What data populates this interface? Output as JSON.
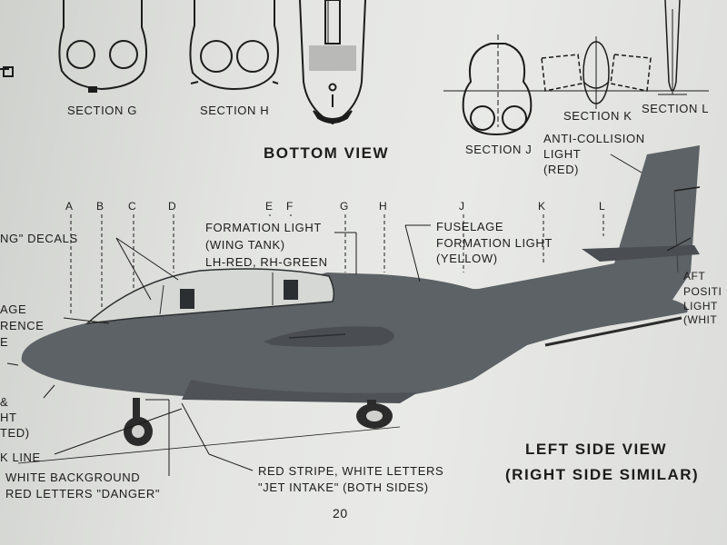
{
  "sections": {
    "g": "SECTION G",
    "h": "SECTION H",
    "j": "SECTION J",
    "k": "SECTION K",
    "l": "SECTION L"
  },
  "views": {
    "bottom": "BOTTOM VIEW",
    "left_side": "LEFT SIDE VIEW",
    "right_side_note": "(RIGHT SIDE SIMILAR)"
  },
  "station_letters": [
    "A",
    "B",
    "C",
    "D",
    "E",
    "F",
    "G",
    "H",
    "J",
    "K",
    "L"
  ],
  "callouts": {
    "anti_collision": [
      "ANTI-COLLISION",
      "LIGHT",
      "(RED)"
    ],
    "formation_light_wing": [
      "FORMATION LIGHT",
      "(WING TANK)",
      "LH-RED, RH-GREEN"
    ],
    "fuselage_formation": [
      "FUSELAGE",
      "FORMATION LIGHT",
      "(YELLOW)"
    ],
    "decals_partial": "NG\" DECALS",
    "left_partial": [
      "AGE",
      "RENCE",
      "E"
    ],
    "left_partial_lower": [
      "&",
      "HT",
      "TED)"
    ],
    "aft_light_partial": [
      "AFT",
      "POSITI",
      "LIGHT",
      "(WHIT"
    ],
    "check_line_partial": "K LINE",
    "danger_note": [
      "WHITE BACKGROUND",
      "RED LETTERS \"DANGER\""
    ],
    "jet_intake_note": [
      "RED STRIPE, WHITE LETTERS",
      "\"JET INTAKE\" (BOTH SIDES)"
    ]
  },
  "page_number": "20",
  "colors": {
    "aircraft": "#5d6266",
    "ink": "#1c1c1c",
    "paper": "#e6e7e4"
  }
}
